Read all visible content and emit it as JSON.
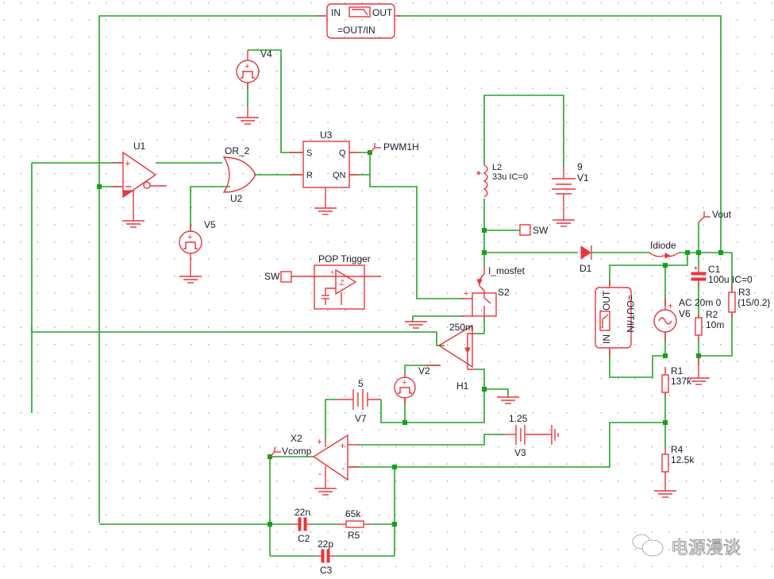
{
  "schematic": {
    "title": "Boost converter PWM control loop schematic",
    "components": {
      "top_block": {
        "in": "IN",
        "out": "OUT",
        "expr": "=OUT/IN"
      },
      "side_block": {
        "in": "IN",
        "out": "OUT",
        "expr": "=OUT/IN"
      },
      "U1": {
        "ref": "U1"
      },
      "U2": {
        "ref": "U2",
        "type": "OR_2"
      },
      "U3": {
        "ref": "U3",
        "pins": [
          "S",
          "R",
          "Q",
          "QN"
        ]
      },
      "V4": {
        "ref": "V4"
      },
      "V5": {
        "ref": "V5"
      },
      "V1": {
        "ref": "V1",
        "value": "9"
      },
      "L2": {
        "ref": "L2",
        "value": "33u IC=0"
      },
      "pop": {
        "title": "POP Trigger",
        "input_label": "SW"
      },
      "sw_probe": {
        "label": "SW"
      },
      "S2": {
        "ref": "S2"
      },
      "I_mosfet": {
        "label": "I_mosfet"
      },
      "H1": {
        "ref": "H1",
        "value": "250m"
      },
      "V2": {
        "ref": "V2"
      },
      "V7": {
        "ref": "V7",
        "value": "5"
      },
      "V3": {
        "ref": "V3",
        "value": "1.25"
      },
      "X2": {
        "ref": "X2"
      },
      "D1": {
        "ref": "D1"
      },
      "Idiode": {
        "label": "Idiode"
      },
      "C1": {
        "ref": "C1",
        "value": "100u IC=0"
      },
      "R2": {
        "ref": "R2",
        "value": "10m"
      },
      "R3": {
        "ref": "R3",
        "value": "{15/0.2}"
      },
      "V6": {
        "ref": "V6",
        "value": "AC 20m 0"
      },
      "R1": {
        "ref": "R1",
        "value": "137k"
      },
      "R4": {
        "ref": "R4",
        "value": "12.5k"
      },
      "C2": {
        "ref": "C2",
        "value": "22n"
      },
      "R5": {
        "ref": "R5",
        "value": "65k"
      },
      "C3": {
        "ref": "C3",
        "value": "22p"
      }
    },
    "net_labels": {
      "pwm": "PWM1H",
      "vout": "Vout",
      "vcomp": "Vcomp"
    },
    "watermark": "电源漫谈"
  }
}
